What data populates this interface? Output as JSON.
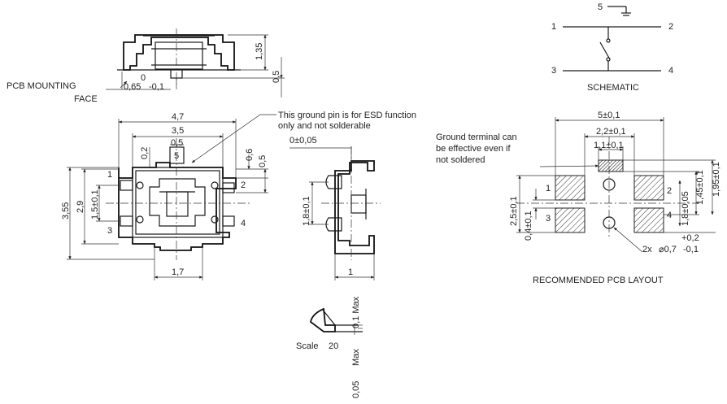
{
  "side_view": {
    "label_mounting": "PCB MOUNTING",
    "label_face": "FACE",
    "dim_height": "1,35",
    "dim_0_5": "0,5",
    "dim_zero": "0",
    "dim_065": "0,65",
    "dim_minus01": "-0,1"
  },
  "top_view": {
    "note_ground_line1": "This ground pin is for ESD function",
    "note_ground_line2": "only and not solderable",
    "dim_width": "4,7",
    "dim_pitch": "3,5",
    "dim_02": "0,2",
    "dim_05_top": "0,5",
    "pin5": "5",
    "dim_06": "0,6",
    "dim_05_right": "0,5",
    "pin1": "1",
    "pin2": "2",
    "pin3": "3",
    "pin4": "4",
    "dim_355": "3,55",
    "dim_29": "2,9",
    "dim_15": "1,5±0,1",
    "dim_17": "1,7"
  },
  "end_view": {
    "dim_zero_tol": "0±0,05",
    "dim_18": "1,8±0,1",
    "dim_1": "1"
  },
  "detail": {
    "dim_01_max": "0,1 Max",
    "scale_label": "Scale",
    "scale_value": "20",
    "dim_max": "Max",
    "dim_005": "0,05"
  },
  "schematic": {
    "title": "SCHEMATIC",
    "pin1": "1",
    "pin2": "2",
    "pin3": "3",
    "pin4": "4",
    "pin5": "5"
  },
  "pcb_layout": {
    "title": "RECOMMENDED PCB LAYOUT",
    "note_line1": "Ground terminal can",
    "note_line2": "be effective even if",
    "note_line3": "not soldered",
    "dim_5": "5±0,1",
    "dim_22": "2,2±0,1",
    "dim_11": "1,1±0,1",
    "dim_145": "1,45±0,1",
    "dim_195": "1,95±0,1",
    "dim_08": "1,8±0,05",
    "dim_25": "2,5±0,1",
    "dim_04": "0,4±0,1",
    "pad1": "1",
    "pad2": "2",
    "pad3": "3",
    "pad4": "4",
    "hole_tol_plus": "+0,2",
    "hole_count": "2x",
    "hole_dia": "⌀0,7",
    "hole_tol_minus": "-0,1"
  }
}
